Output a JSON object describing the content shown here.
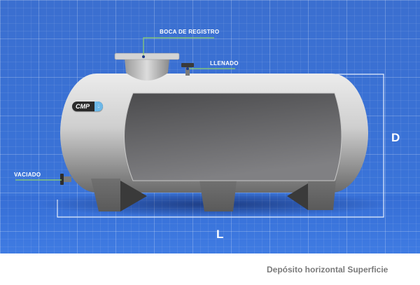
{
  "diagram": {
    "title": "Depósito horizontal Superficie",
    "callouts": {
      "manhole": "BOCA DE REGISTRO",
      "fill": "LLENADO",
      "drain": "VACIADO"
    },
    "dimensions": {
      "diameter": "D",
      "length": "L"
    },
    "brand": {
      "name": "CMP",
      "icon": "water-drop-icon"
    },
    "colors": {
      "background": "#3a72d6",
      "tank_shell": "#d9d9d9",
      "tank_panel": "#5a5a5c",
      "callout_line": "#8fd36a",
      "caption": "#7a7a7a"
    }
  }
}
